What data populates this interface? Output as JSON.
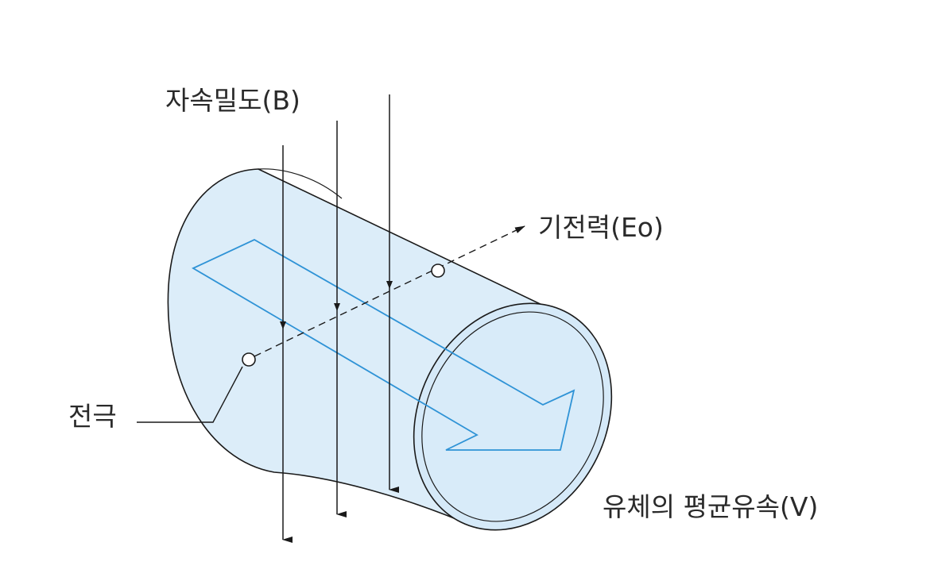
{
  "labels": {
    "magnetic_flux_density": "자속밀도(B)",
    "electromotive_force": "기전력(Eo)",
    "electrode": "전극",
    "mean_velocity": "유체의 평균유속(V)"
  },
  "colors": {
    "cylinder_fill": "#dcedf9",
    "end_face_fill": "#d5e9f8",
    "outline": "#1a1a1a",
    "flow_arrow": "#2f93d6",
    "label_text": "#2a2a2a"
  }
}
